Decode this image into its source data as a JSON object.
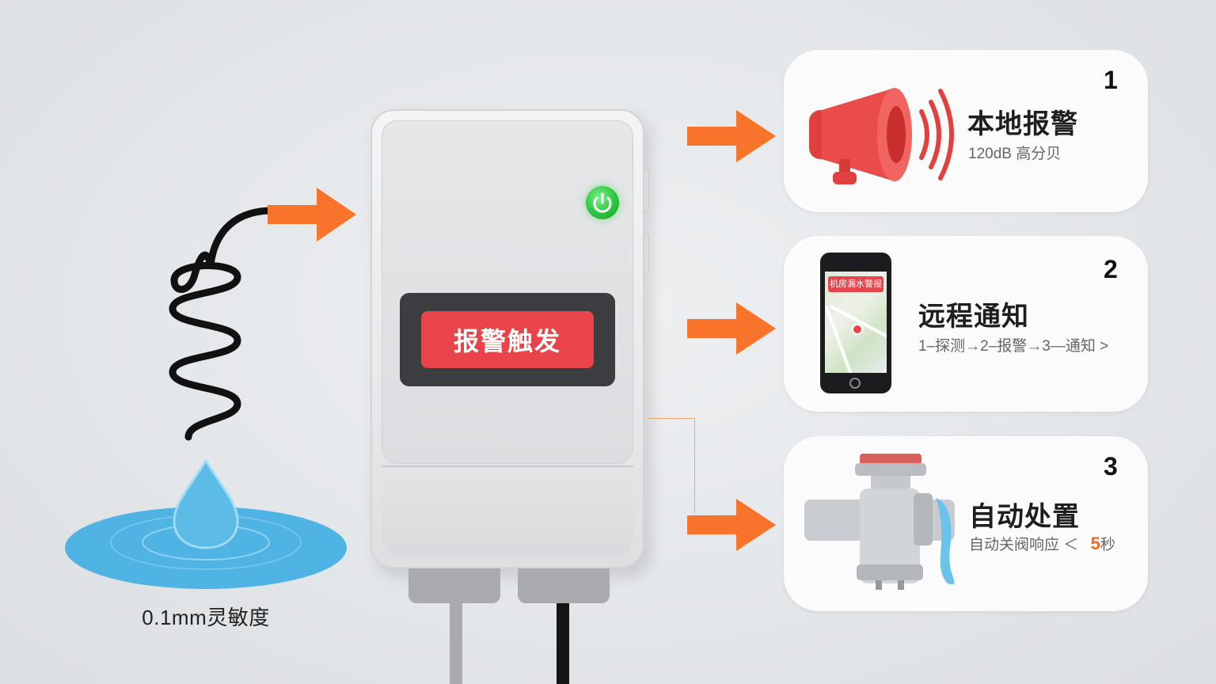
{
  "sensor": {
    "sensitivity_label": "0.1mm灵敏度"
  },
  "device": {
    "screen_label": "报警触发",
    "power_icon": "power-icon",
    "power_color": "#2bc43f"
  },
  "colors": {
    "arrow": "#f7742a",
    "alarm_red": "#e84449",
    "water_blue": "#4fb3e3"
  },
  "steps": [
    {
      "number": "1",
      "title": "本地报警",
      "subtitle": "120dB 高分贝",
      "icon": "siren-horn-icon"
    },
    {
      "number": "2",
      "title": "远程通知",
      "subtitle": "1–探测→2–报警→3—通知 >",
      "icon": "smartphone-icon",
      "phone_banner": "机房漏水警报"
    },
    {
      "number": "3",
      "title": "自动处置",
      "subtitle": "自动关阀响应 ＜",
      "subtitle_accent": "5",
      "subtitle_unit": "秒",
      "icon": "shutoff-valve-icon"
    }
  ]
}
